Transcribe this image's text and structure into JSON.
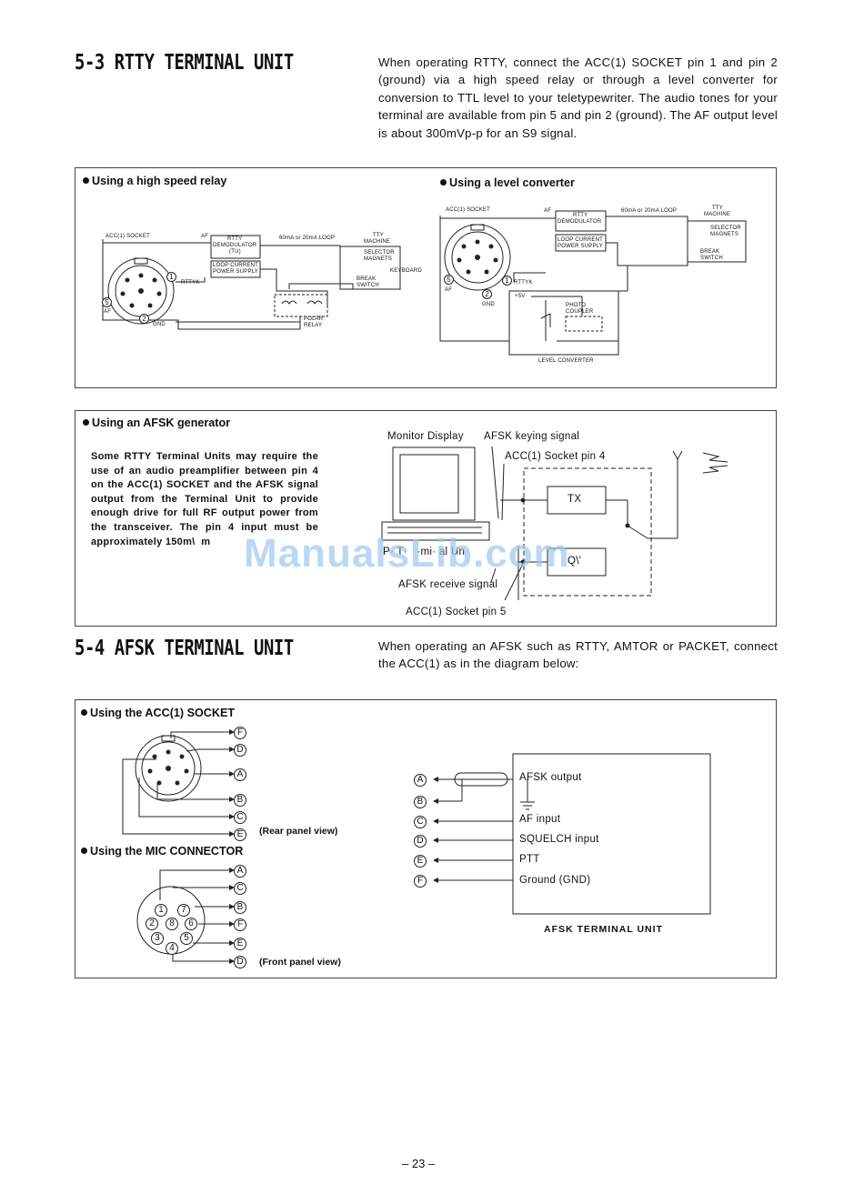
{
  "section_53": {
    "title": "5-3 RTTY TERMINAL UNIT",
    "paragraph": "When operating RTTY, connect the ACC(1) SOCKET pin 1 and pin 2 (ground) via a high speed relay or through a level converter for conversion to TTL level to your teletypewriter. The audio tones for your terminal are available from pin 5 and pin 2 (ground). The AF output level is about 300mVp-p for an S9 signal."
  },
  "relay_diagram": {
    "heading": "Using a high speed relay",
    "acc_socket": "ACC(1) SOCKET",
    "af": "AF",
    "rtty_demod_1": "RTTY",
    "rtty_demod_2": "DEMODULATOR",
    "rtty_demod_3": "(TU)",
    "loop_ps_1": "LOOP CURRENT",
    "loop_ps_2": "POWER SUPPLY",
    "loop": "60mA or 20mA LOOP",
    "tty_1": "TTY",
    "tty_2": "MACHINE",
    "selector_1": "SELECTOR",
    "selector_2": "MAGNETS",
    "keyboard": "KEYBOARD",
    "break_1": "BREAK",
    "break_2": "SWITCH",
    "rttyk": "RTTYK",
    "gnd": "GND",
    "af_lower": "AF",
    "polar_1": "POLAR",
    "polar_2": "RELAY",
    "pin1": "1",
    "pin5": "5",
    "pin2": "2"
  },
  "level_diagram": {
    "heading": "Using a level converter",
    "acc_socket": "ACC(1) SOCKET",
    "af": "AF",
    "rtty_demod_1": "RTTY",
    "rtty_demod_2": "DEMODULATOR",
    "loop_ps_1": "LOOP CURRENT",
    "loop_ps_2": "POWER SUPPLY",
    "loop": "60mA or 20mA LOOP",
    "tty_1": "TTY",
    "tty_2": "MACHINE",
    "selector_1": "SELECTOR",
    "selector_2": "MAGNETS",
    "break_1": "BREAK",
    "break_2": "SWITCH",
    "rttyk": "RTTYK",
    "gnd": "GND",
    "af_lower": "AF",
    "plus5v": "+5V",
    "photo_1": "PHOTO",
    "photo_2": "COUPLER",
    "level_converter": "LEVEL CONVERTER",
    "pin1": "1",
    "pin5": "5",
    "pin2": "2"
  },
  "afsk_gen": {
    "heading": "Using an AFSK generator",
    "text": "Some RTTY Terminal Units may require the use of an audio preamplifier between pin 4 on the ACC(1) SOCKET and the AFSK signal output from the Terminal Unit to provide enough drive for full RF output power from the transceiver. The pin 4 input must be approximately 150m\\  m",
    "monitor_display": "Monitor Display",
    "keying_signal": "AFSK keying signal",
    "socket_pin4": "ACC(1) Socket pin 4",
    "tx": "TX",
    "rx": "Q\\'",
    "terminal_unit": "P· T·   ·mi· al Un",
    "receive_signal": "AFSK receive signal",
    "socket_pin5": "ACC(1) Socket pin 5"
  },
  "section_54": {
    "title": "5-4 AFSK TERMINAL UNIT",
    "paragraph": "When operating an AFSK such as RTTY, AMTOR or PACKET, connect the ACC(1) as in the diagram below:"
  },
  "afsk_unit": {
    "acc_heading": "Using the ACC(1) SOCKET",
    "mic_heading": "Using the MIC CONNECTOR",
    "rear_view": "(Rear panel view)",
    "front_view": "(Front panel view)",
    "acc_pins": [
      "F",
      "D",
      "A",
      "B",
      "C",
      "E"
    ],
    "mic_pins": [
      "A",
      "C",
      "B",
      "F",
      "E",
      "D"
    ],
    "mic_numbers": [
      "1",
      "7",
      "2",
      "8",
      "6",
      "3",
      "5",
      "4"
    ],
    "unit_pins": [
      "A",
      "B",
      "C",
      "D",
      "E",
      "F"
    ],
    "unit_labels": {
      "afsk_output": "AFSK output",
      "af_input": "AF input",
      "squelch_input": "SQUELCH input",
      "ptt": "PTT",
      "ground": "Ground (GND)"
    },
    "unit_name": "AFSK TERMINAL UNIT"
  },
  "page_number": "– 23 –",
  "watermark": "ManualsLib.com"
}
